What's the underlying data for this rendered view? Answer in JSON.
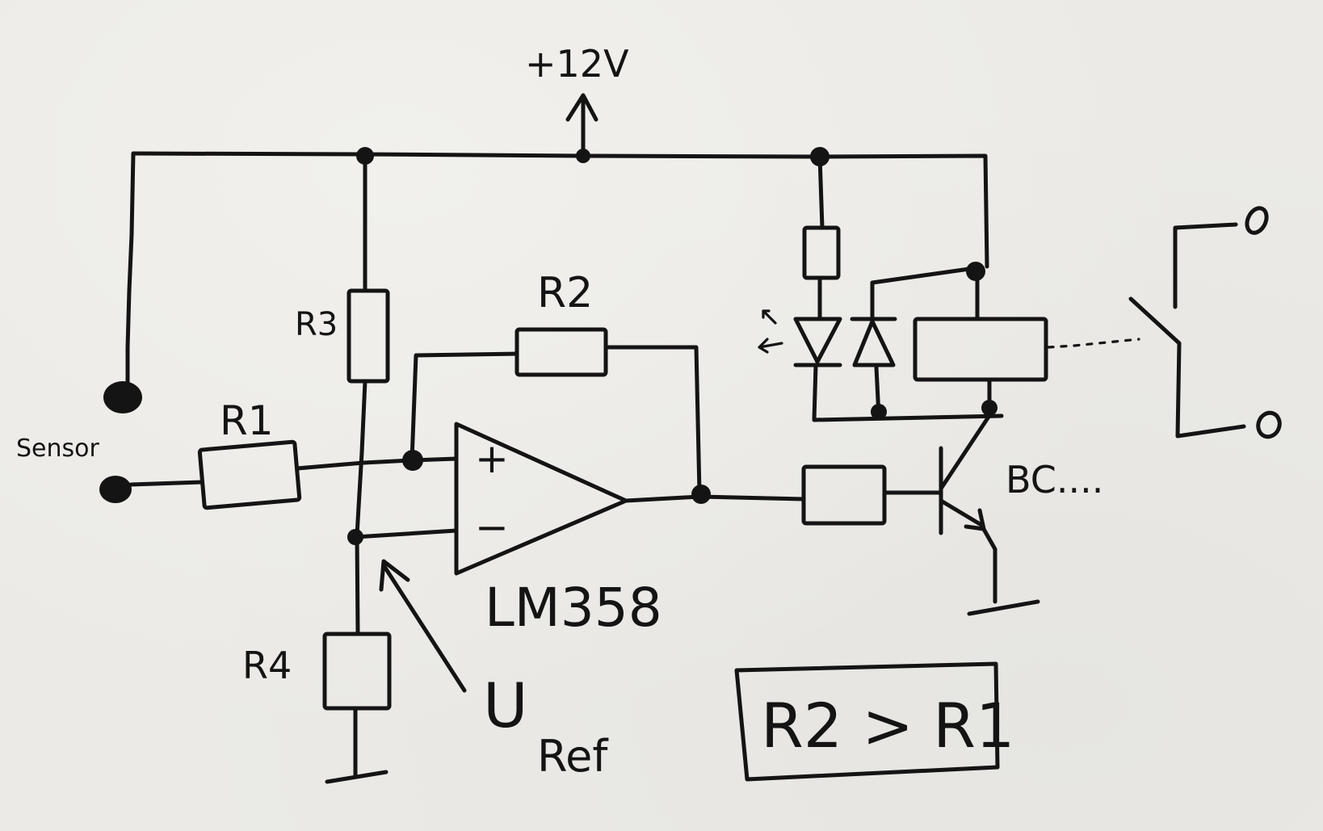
{
  "supply_label": "+12V",
  "sensor_label": "Sensor",
  "r1_label": "R1",
  "r2_label": "R2",
  "r3_label": "R3",
  "r4_label": "R4",
  "opamp_plus": "+",
  "opamp_minus": "−",
  "opamp_label": "LM358",
  "uref_main": "U",
  "uref_sub": "Ref",
  "transistor_label": "BC....",
  "condition_label": "R2 > R1"
}
